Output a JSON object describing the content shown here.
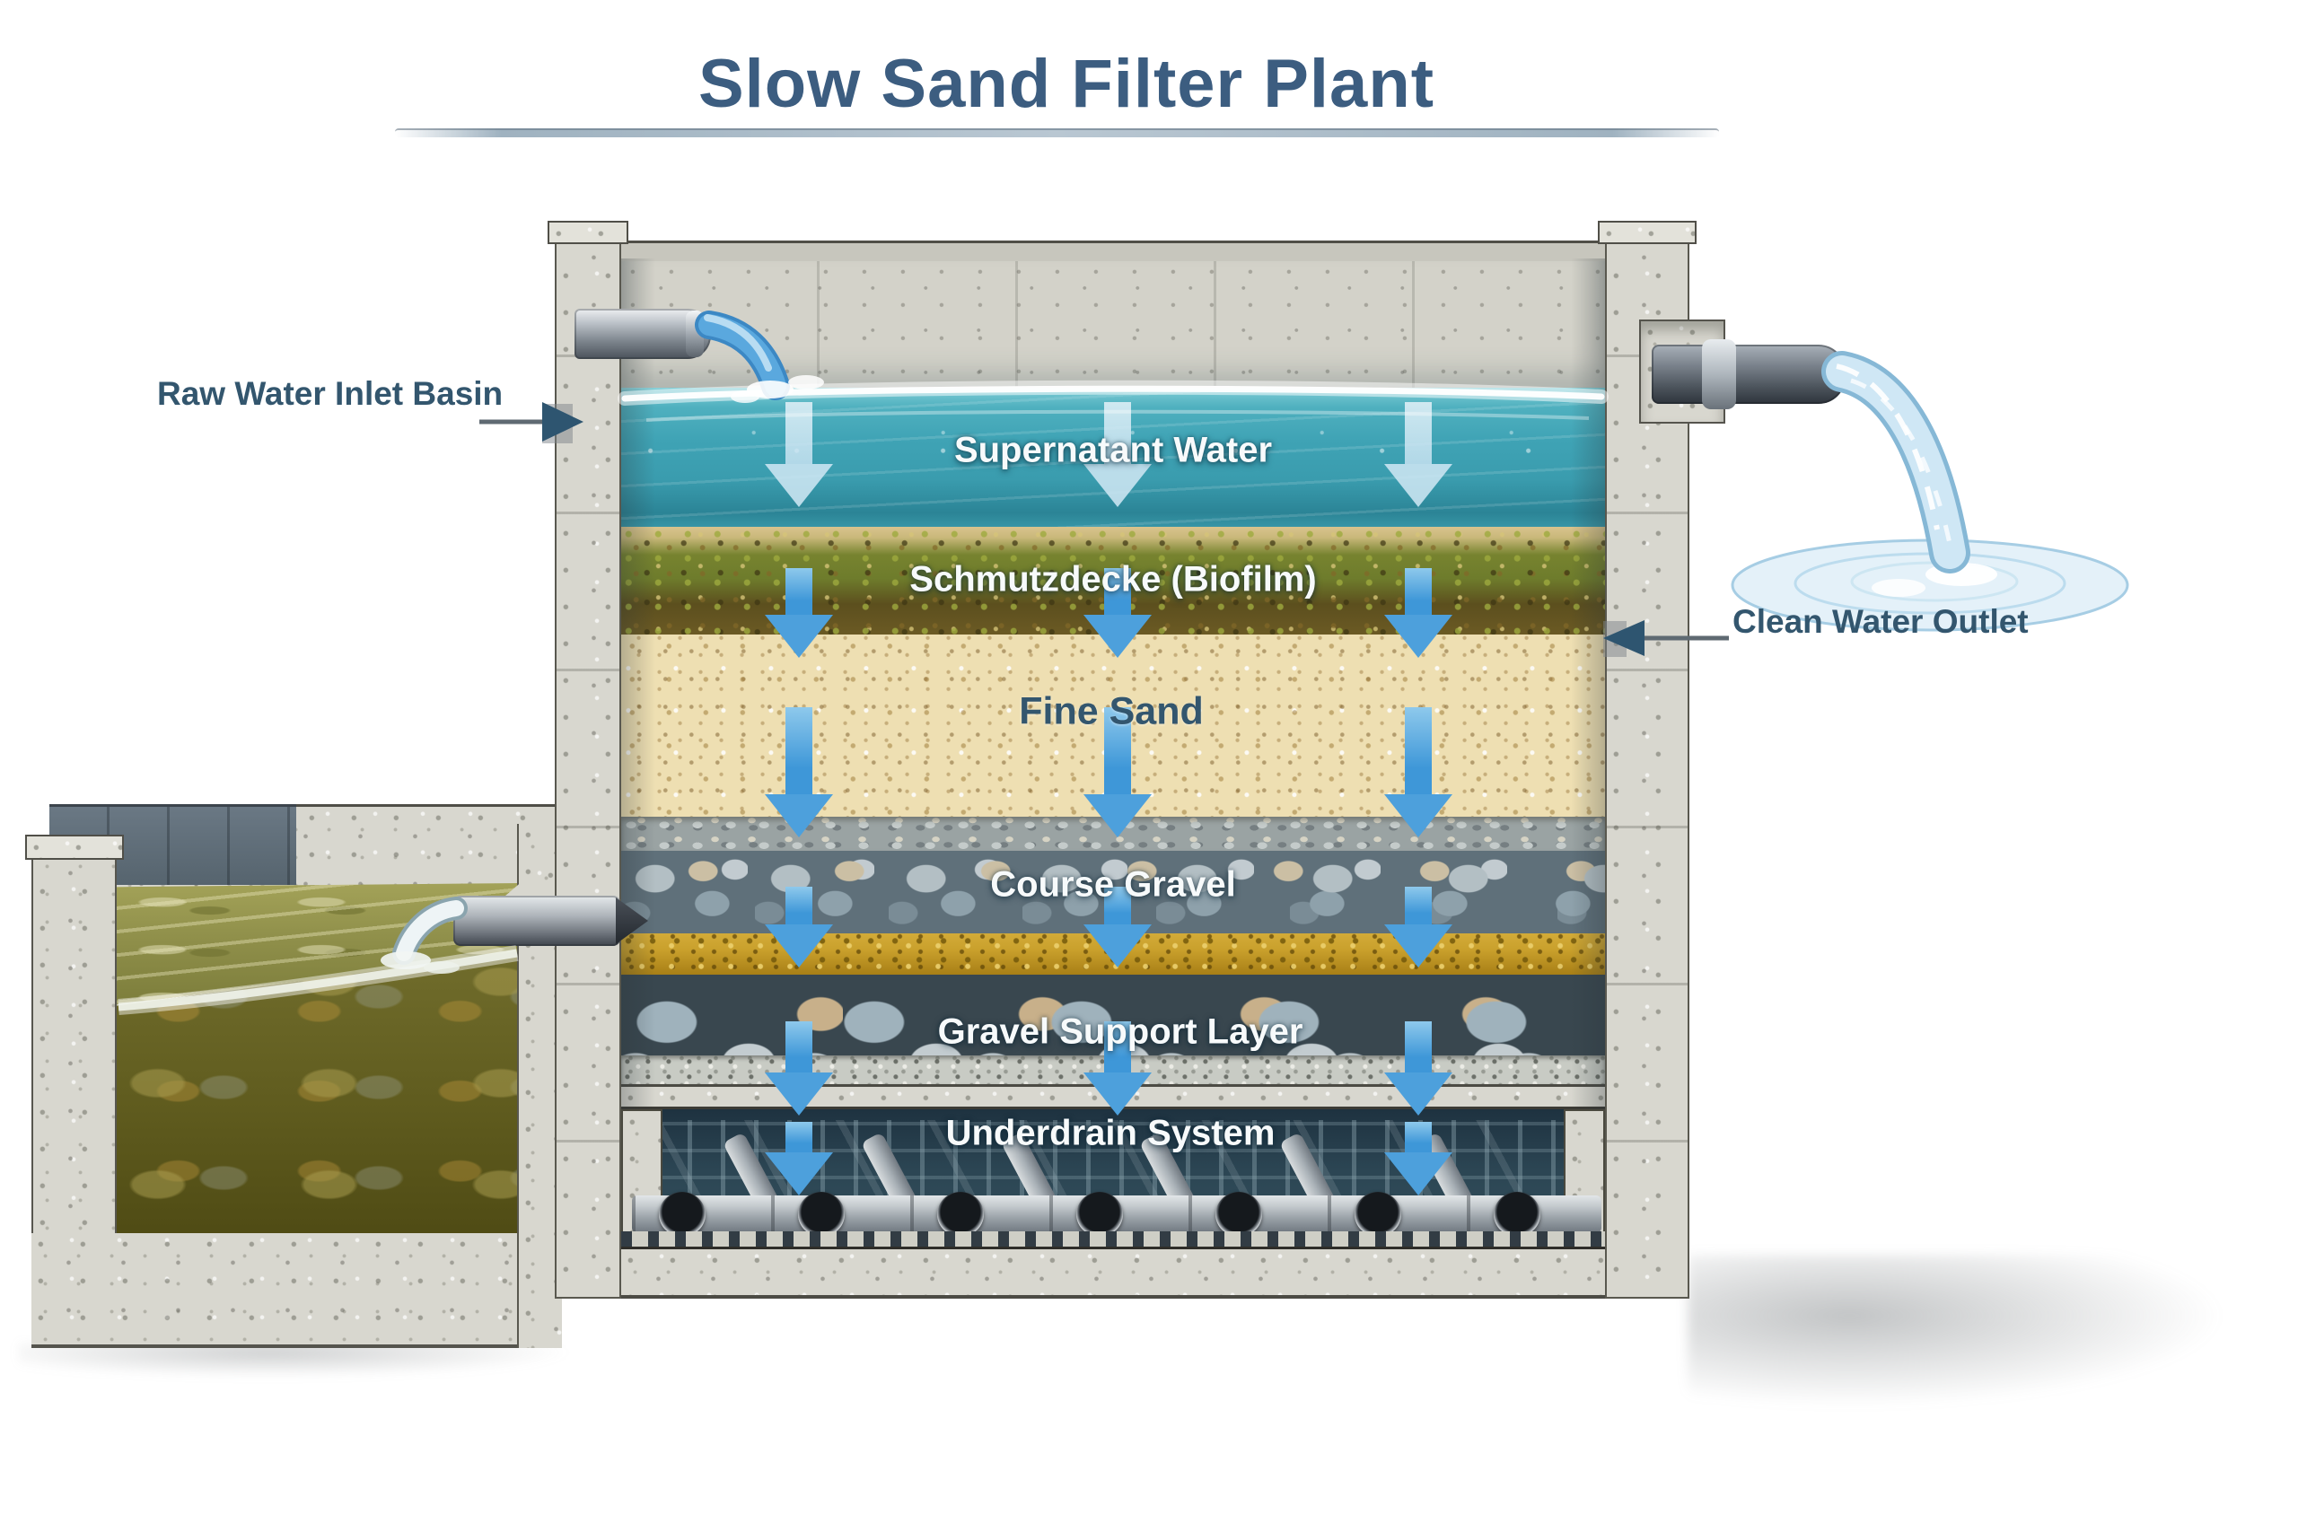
{
  "title": "Slow Sand Filter Plant",
  "side_labels": {
    "raw_inlet": "Raw Water Inlet Basin",
    "clean_outlet": "Clean Water Outlet"
  },
  "layer_labels": {
    "supernatant": "Supernatant Water",
    "schmutzdecke": "Schmutzdecke (Biofilm)",
    "fine_sand": "Fine Sand",
    "course_gravel": "Course Gravel",
    "gravel_support": "Gravel Support Layer",
    "underdrain": "Underdrain System"
  },
  "colors": {
    "title_text": "#3c5d80",
    "label_dark": "#33566e",
    "label_light": "#f7fafb",
    "water_teal": "#3fa3b5",
    "sand": "#eedfb2",
    "biofilm_green": "#77832f",
    "gold_gravel": "#c9a02c",
    "arrow_blue": "#3e97d8",
    "concrete": "#d8d7cf"
  }
}
